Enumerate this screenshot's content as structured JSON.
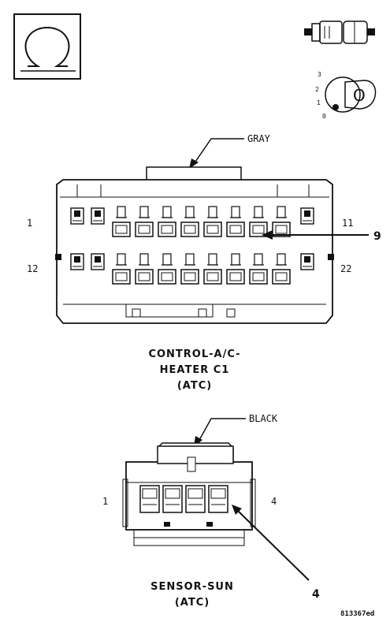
{
  "c1": {
    "color_label": "GRAY",
    "title_lines": [
      "CONTROL-A/C-",
      "HEATER C1",
      "(ATC)"
    ],
    "pin_top_left": "1",
    "pin_top_right": "11",
    "pin_bottom_left": "12",
    "pin_bottom_right": "22",
    "callout": "9"
  },
  "sun": {
    "color_label": "BLACK",
    "title_lines": [
      "SENSOR-SUN",
      "(ATC)"
    ],
    "pin_left": "1",
    "pin_right": "4",
    "callout": "4"
  },
  "key_positions": [
    "3",
    "2",
    "1",
    "0"
  ],
  "key_letter": "O",
  "figure_code": "813367ed",
  "icons": [
    "ohm-icon",
    "connector-plug-icon",
    "ignition-key-icon"
  ]
}
